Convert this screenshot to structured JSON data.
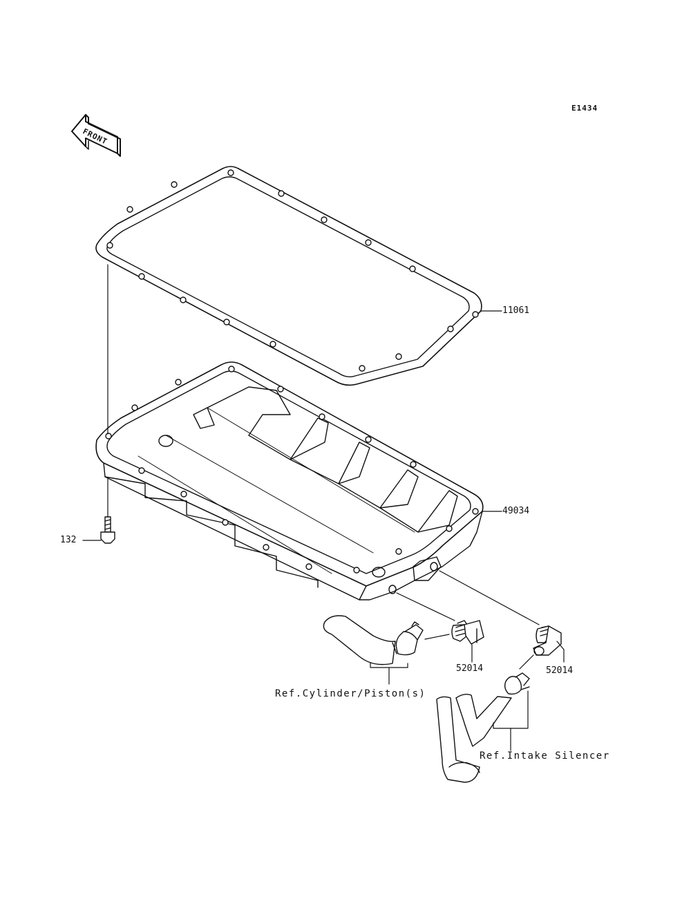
{
  "diagram_code": "E1434",
  "front_arrow_label": "FRONT",
  "parts": {
    "gasket": "11061",
    "oil_pan": "49034",
    "bolt": "132",
    "fitting_left": "52014",
    "fitting_right": "52014"
  },
  "references": {
    "cylinder": "Ref.Cylinder/Piston(s)",
    "intake": "Ref.Intake Silencer"
  }
}
